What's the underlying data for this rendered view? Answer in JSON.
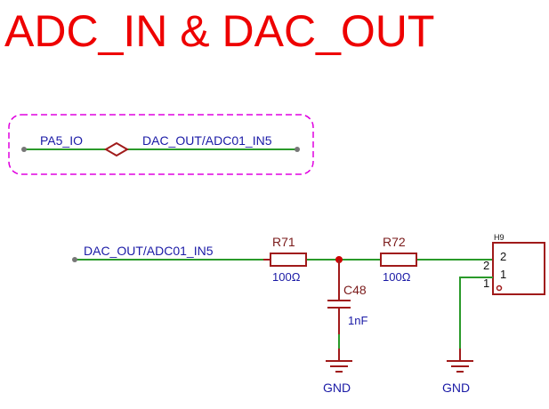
{
  "title": "ADC_IN & DAC_OUT",
  "net_tie": {
    "left_net": "PA5_IO",
    "right_net": "DAC_OUT/ADC01_IN5"
  },
  "circuit": {
    "input_net": "DAC_OUT/ADC01_IN5",
    "r71": {
      "ref": "R71",
      "value": "100Ω"
    },
    "r72": {
      "ref": "R72",
      "value": "100Ω"
    },
    "c48": {
      "ref": "C48",
      "value": "1nF"
    },
    "h9": {
      "ref": "H9",
      "pins": [
        "2",
        "1"
      ],
      "side_pins": [
        "2",
        "1"
      ]
    },
    "gnd_left": "GND",
    "gnd_right": "GND"
  },
  "colors": {
    "title": "#ee0000",
    "wire": "#2a9a2a",
    "component": "#a01a1a",
    "net_label": "#1a1aa6",
    "net_tie_box": "#e000e0",
    "junction": "#cc0000"
  }
}
